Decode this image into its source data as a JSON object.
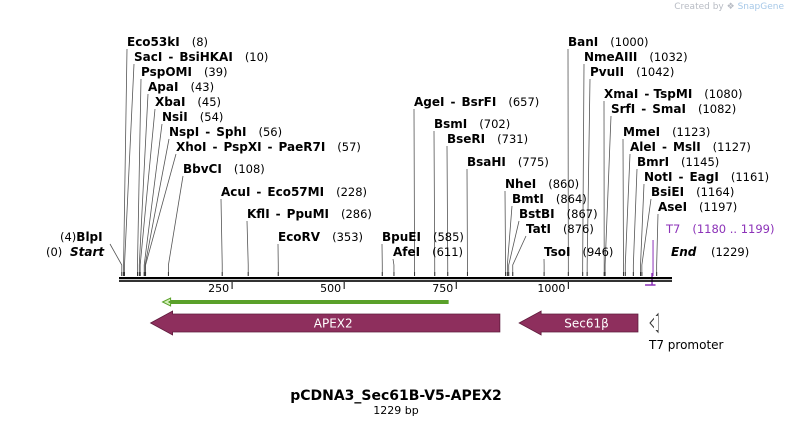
{
  "watermark": {
    "prefix": "Created by",
    "brand": "SnapGene",
    "icon": "snapgene-logo-icon"
  },
  "plasmid": {
    "name": "pCDNA3_Sec61B-V5-APEX2",
    "length_label": "1229 bp",
    "length": 1229
  },
  "ends": {
    "start_label": "Start",
    "start_pos": "(0)",
    "end_label": "End",
    "end_pos": "(1229)"
  },
  "ruler": [
    250,
    500,
    750,
    1000
  ],
  "colors": {
    "feature": "#8e2f5d",
    "primer": "#5aa12a",
    "primer_fill": "#d3f0b8",
    "t7": "#8c32b8",
    "backbone": "#000000",
    "leader": "#555555"
  },
  "sites": [
    {
      "pos": 4,
      "label": "(4)",
      "enzymes": [
        "BlpI"
      ]
    },
    {
      "pos": 8,
      "label": "(8)",
      "enzymes": [
        "Eco53kI"
      ]
    },
    {
      "pos": 10,
      "label": "(10)",
      "enzymes": [
        "SacI",
        "BsiHKAI"
      ]
    },
    {
      "pos": 39,
      "label": "(39)",
      "enzymes": [
        "PspOMI"
      ]
    },
    {
      "pos": 43,
      "label": "(43)",
      "enzymes": [
        "ApaI"
      ]
    },
    {
      "pos": 45,
      "label": "(45)",
      "enzymes": [
        "XbaI"
      ]
    },
    {
      "pos": 54,
      "label": "(54)",
      "enzymes": [
        "NsiI"
      ]
    },
    {
      "pos": 56,
      "label": "(56)",
      "enzymes": [
        "NspI",
        "SphI"
      ]
    },
    {
      "pos": 57,
      "label": "(57)",
      "enzymes": [
        "XhoI",
        "PspXI",
        "PaeR7I"
      ]
    },
    {
      "pos": 108,
      "label": "(108)",
      "enzymes": [
        "BbvCI"
      ]
    },
    {
      "pos": 228,
      "label": "(228)",
      "enzymes": [
        "AcuI",
        "Eco57MI"
      ]
    },
    {
      "pos": 286,
      "label": "(286)",
      "enzymes": [
        "KflI",
        "PpuMI"
      ]
    },
    {
      "pos": 353,
      "label": "(353)",
      "enzymes": [
        "EcoRV"
      ]
    },
    {
      "pos": 585,
      "label": "(585)",
      "enzymes": [
        "BpuEI"
      ]
    },
    {
      "pos": 611,
      "label": "(611)",
      "enzymes": [
        "AfeI"
      ]
    },
    {
      "pos": 657,
      "label": "(657)",
      "enzymes": [
        "AgeI",
        "BsrFI"
      ]
    },
    {
      "pos": 702,
      "label": "(702)",
      "enzymes": [
        "BsmI"
      ]
    },
    {
      "pos": 731,
      "label": "(731)",
      "enzymes": [
        "BseRI"
      ]
    },
    {
      "pos": 775,
      "label": "(775)",
      "enzymes": [
        "BsaHI"
      ]
    },
    {
      "pos": 860,
      "label": "(860)",
      "enzymes": [
        "NheI"
      ]
    },
    {
      "pos": 864,
      "label": "(864)",
      "enzymes": [
        "BmtI"
      ]
    },
    {
      "pos": 867,
      "label": "(867)",
      "enzymes": [
        "BstBI"
      ]
    },
    {
      "pos": 876,
      "label": "(876)",
      "enzymes": [
        "TatI"
      ]
    },
    {
      "pos": 946,
      "label": "(946)",
      "enzymes": [
        "TsoI"
      ]
    },
    {
      "pos": 1000,
      "label": "(1000)",
      "enzymes": [
        "BanI"
      ]
    },
    {
      "pos": 1032,
      "label": "(1032)",
      "enzymes": [
        "NmeAIII"
      ]
    },
    {
      "pos": 1042,
      "label": "(1042)",
      "enzymes": [
        "PvuII"
      ]
    },
    {
      "pos": 1080,
      "label": "(1080)",
      "enzymes": [
        "XmaI",
        "TspMI"
      ]
    },
    {
      "pos": 1082,
      "label": "(1082)",
      "enzymes": [
        "SrfI",
        "SmaI"
      ]
    },
    {
      "pos": 1123,
      "label": "(1123)",
      "enzymes": [
        "MmeI"
      ]
    },
    {
      "pos": 1127,
      "label": "(1127)",
      "enzymes": [
        "AleI",
        "MslI"
      ]
    },
    {
      "pos": 1145,
      "label": "(1145)",
      "enzymes": [
        "BmrI"
      ]
    },
    {
      "pos": 1161,
      "label": "(1161)",
      "enzymes": [
        "NotI",
        "EagI"
      ]
    },
    {
      "pos": 1164,
      "label": "(1164)",
      "enzymes": [
        "BsiEI"
      ]
    },
    {
      "pos": 1197,
      "label": "(1197)",
      "enzymes": [
        "AseI"
      ]
    }
  ],
  "t7_site": {
    "label": "T7",
    "range": "(1180 .. 1199)",
    "start": 1180,
    "end": 1199
  },
  "primer": {
    "start": 66,
    "end": 723,
    "direction": "reverse"
  },
  "features": [
    {
      "label": "APEX2",
      "start": 66,
      "end": 825,
      "direction": "reverse"
    },
    {
      "label": "Sec61β",
      "start": 888,
      "end": 1133,
      "direction": "reverse"
    },
    {
      "label": "T7 promoter",
      "start": 1180,
      "end": 1199,
      "direction": "reverse",
      "hollow": true
    }
  ]
}
